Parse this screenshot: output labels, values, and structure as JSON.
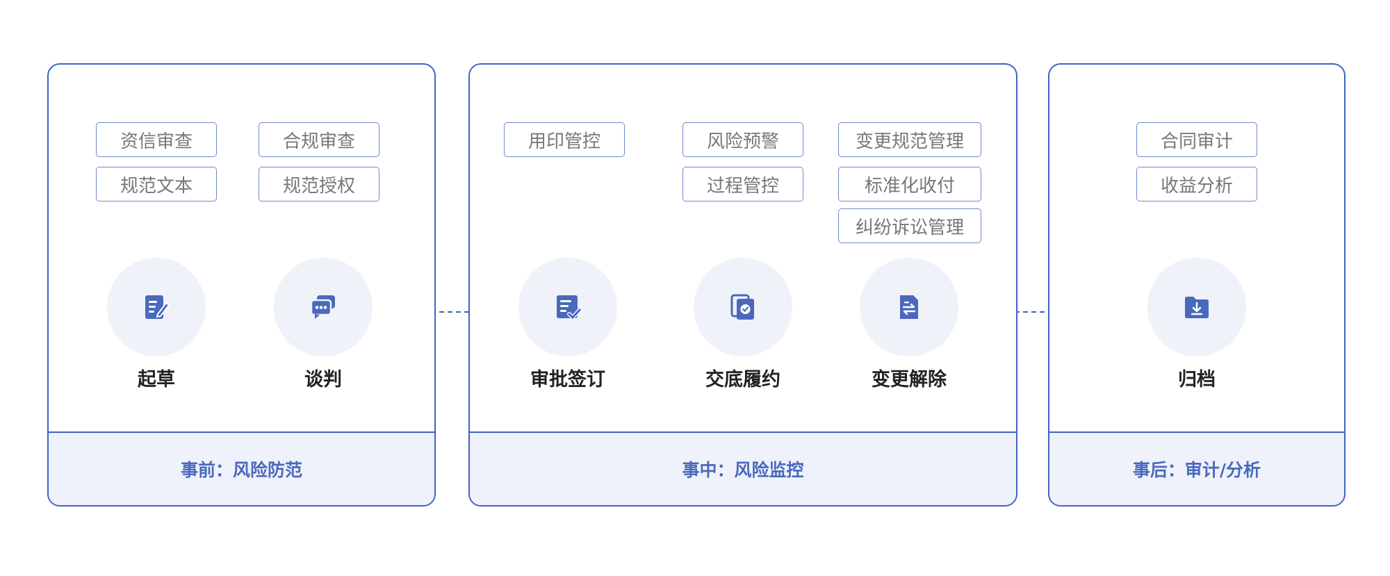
{
  "phases": [
    {
      "title": "事前：风险防范",
      "tags": [
        "资信审查",
        "合规审查",
        "规范文本",
        "规范授权"
      ],
      "nodes": [
        {
          "label": "起草",
          "icon": "edit-document-icon"
        },
        {
          "label": "谈判",
          "icon": "chat-bubbles-icon"
        }
      ]
    },
    {
      "title": "事中：风险监控",
      "tags": [
        "用印管控",
        "风险预警",
        "过程管控",
        "变更规范管理",
        "标准化收付",
        "纠纷诉讼管理"
      ],
      "nodes": [
        {
          "label": "审批签订",
          "icon": "approve-document-icon"
        },
        {
          "label": "交底履约",
          "icon": "verified-copy-icon"
        },
        {
          "label": "变更解除",
          "icon": "exchange-document-icon"
        }
      ]
    },
    {
      "title": "事后：审计/分析",
      "tags": [
        "合同审计",
        "收益分析"
      ],
      "nodes": [
        {
          "label": "归档",
          "icon": "archive-folder-icon"
        }
      ]
    }
  ],
  "colors": {
    "accent": "#3f63c6",
    "icon": "#4a69bd",
    "node_bg": "#eff2f9",
    "footer_bg": "#eff2fa"
  }
}
